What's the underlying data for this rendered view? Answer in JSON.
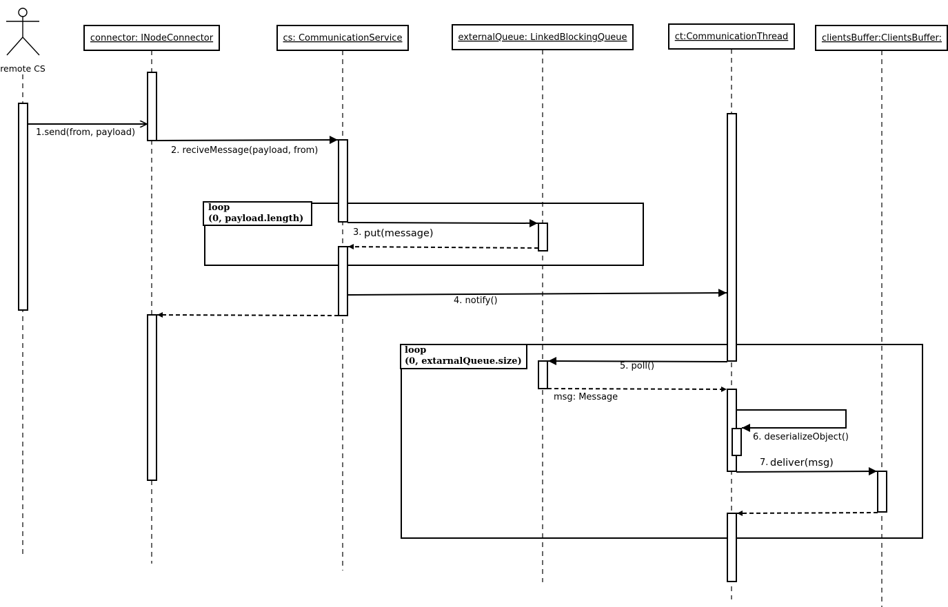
{
  "actor": {
    "name": "remote CS"
  },
  "lifelines": {
    "connector": "connector: INodeConnector",
    "cs": "cs: CommunicationService",
    "queue": "externalQueue: LinkedBlockingQueue",
    "ct": "ct:CommunicationThread",
    "buffer": "clientsBuffer:ClientsBuffer:"
  },
  "messages": {
    "m1": "1.send(from, payload)",
    "m2": "2. reciveMessage(payload, from)",
    "m3_num": "3.",
    "m3_name": "put(message)",
    "m4": "4. notify()",
    "m5": "5. poll()",
    "m5_return": "msg: Message",
    "m6": "6. deserializeObject()",
    "m7_num": "7.",
    "m7_name": "deliver(msg)"
  },
  "fragments": {
    "loop1": {
      "keyword": "loop",
      "guard": "(0, payload.length)"
    },
    "loop2": {
      "keyword": "loop",
      "guard": "(0, extarnalQueue.size)"
    }
  }
}
